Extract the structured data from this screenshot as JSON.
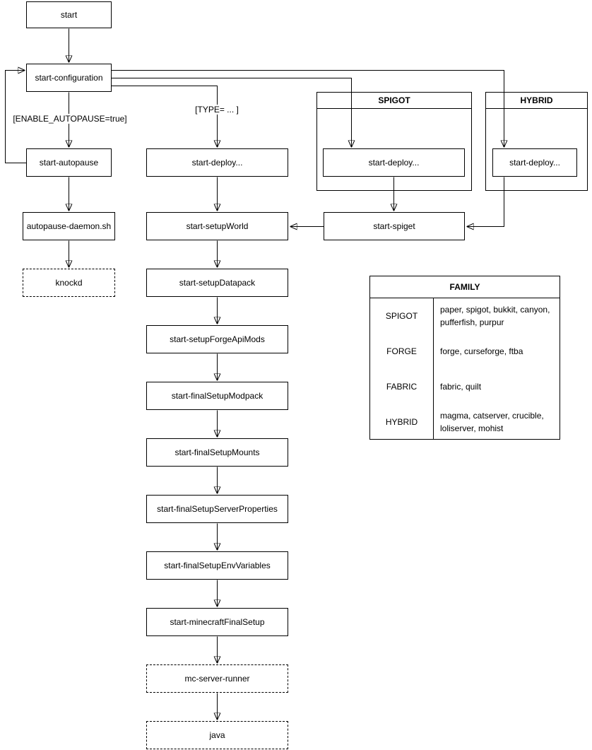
{
  "diagram": {
    "background_color": "#ffffff",
    "stroke_color": "#000000",
    "nodes": {
      "start": "start",
      "start_configuration": "start-configuration",
      "start_autopause": "start-autopause",
      "autopause_daemon": "autopause-daemon.sh",
      "knockd": "knockd",
      "start_deploy_type": "start-deploy...",
      "start_deploy_spigot": "start-deploy...",
      "start_deploy_hybrid": "start-deploy...",
      "start_spiget": "start-spiget",
      "start_setup_world": "start-setupWorld",
      "start_setup_datapack": "start-setupDatapack",
      "start_setup_forge_api_mods": "start-setupForgeApiMods",
      "start_final_setup_modpack": "start-finalSetupModpack",
      "start_final_setup_mounts": "start-finalSetupMounts",
      "start_final_setup_server_properties": "start-finalSetupServerProperties",
      "start_final_setup_env_variables": "start-finalSetupEnvVariables",
      "start_minecraft_final_setup": "start-minecraftFinalSetup",
      "mc_server_runner": "mc-server-runner",
      "java": "java"
    },
    "groups": {
      "spigot": "SPIGOT",
      "hybrid": "HYBRID"
    },
    "edge_labels": {
      "enable_autopause": "[ENABLE_AUTOPAUSE=true]",
      "type": "[TYPE= ... ]"
    },
    "family_table": {
      "title": "FAMILY",
      "rows": [
        {
          "family": "SPIGOT",
          "members": "paper, spigot, bukkit, canyon, pufferfish, purpur"
        },
        {
          "family": "FORGE",
          "members": "forge, curseforge, ftba"
        },
        {
          "family": "FABRIC",
          "members": "fabric, quilt"
        },
        {
          "family": "HYBRID",
          "members": "magma, catserver, crucible, loliserver, mohist"
        }
      ]
    }
  }
}
